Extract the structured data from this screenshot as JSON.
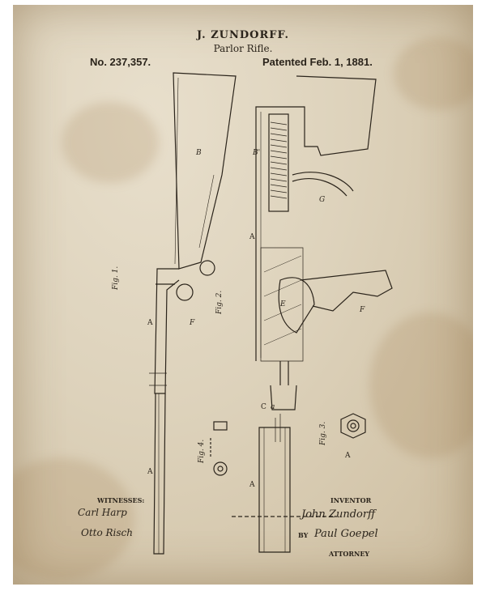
{
  "header": {
    "title": "J. ZUNDORFF.",
    "subtitle": "Parlor Rifle.",
    "patent_number": "No. 237,357.",
    "patent_date": "Patented Feb. 1, 1881."
  },
  "figure_labels": {
    "fig1": "Fig. 1.",
    "fig2": "Fig. 2.",
    "fig3": "Fig. 3.",
    "fig4": "Fig. 4."
  },
  "part_letters": [
    "A",
    "B",
    "B'",
    "C",
    "E",
    "F",
    "G",
    "a"
  ],
  "footer": {
    "witnesses_label": "WITNESSES:",
    "witness_1": "Carl Harp",
    "witness_2": "Otto Risch",
    "inventor_label": "INVENTOR",
    "inventor_signature": "John Zundorff",
    "by_label": "BY",
    "attorney_signature": "Paul Goepel",
    "attorney_label": "ATTORNEY"
  },
  "colors": {
    "paper": "#ddd2bb",
    "ink": "#2b241b"
  }
}
